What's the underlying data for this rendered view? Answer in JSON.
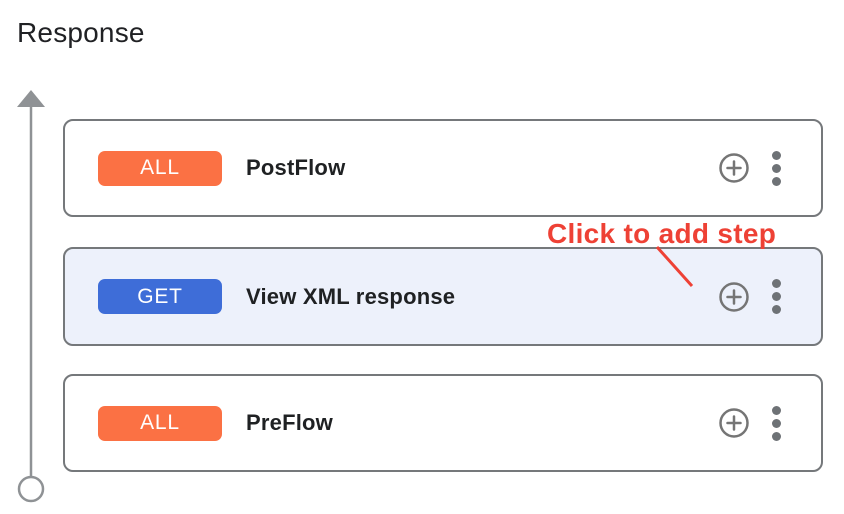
{
  "header": {
    "title": "Response"
  },
  "flow_lane": {
    "arrow_icon": "flow-direction-up-arrow",
    "terminal_icon": "flow-endpoint-circle",
    "color": "#8f9295"
  },
  "cards": [
    {
      "method": "ALL",
      "label": "PostFlow",
      "badge_color": "#fb7144",
      "selected": false
    },
    {
      "method": "GET",
      "label": "View XML response",
      "badge_color": "#3e6dd8",
      "selected": true
    },
    {
      "method": "ALL",
      "label": "PreFlow",
      "badge_color": "#fb7144",
      "selected": false
    }
  ],
  "card_actions": {
    "add_step_icon": "add-circle-outline-icon",
    "menu_icon": "kebab-menu-icon",
    "icon_color": "#757575"
  },
  "annotation": {
    "label": "Click to add step",
    "color": "#ee4135"
  },
  "colors": {
    "selected_card_bg": "#edf1fb",
    "card_border": "#75787b",
    "text_dark": "#202124"
  }
}
